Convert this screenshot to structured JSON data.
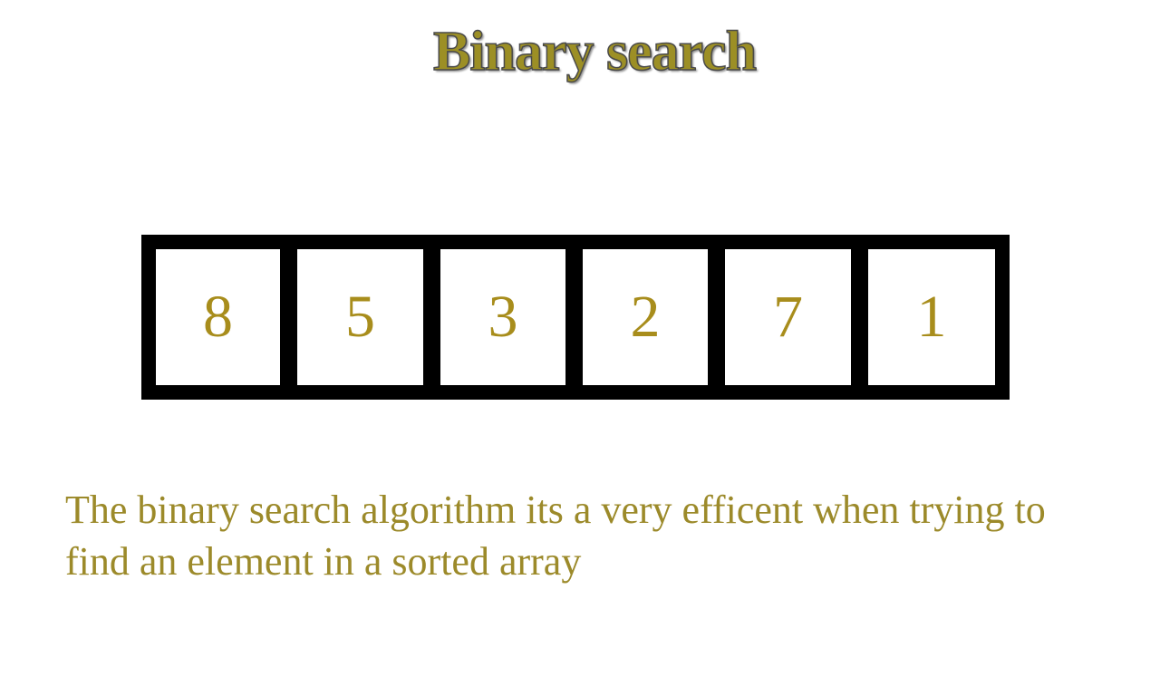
{
  "title": "Binary search",
  "array": {
    "values": [
      "8",
      "5",
      "3",
      "2",
      "7",
      "1"
    ]
  },
  "description": "The binary search algorithm its a very efficent when trying to find an element in a sorted array",
  "colors": {
    "title_fill": "#9c8f25",
    "title_outline": "#4a4a4a",
    "cell_value": "#a88d1c",
    "description": "#9c8a2a",
    "array_border": "#000000"
  }
}
